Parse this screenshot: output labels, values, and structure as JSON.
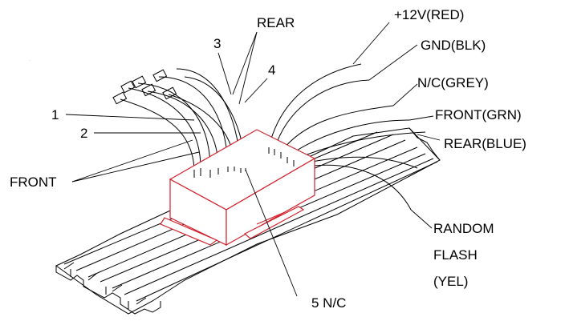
{
  "labels": {
    "plus12v": "+12V(RED)",
    "gnd": "GND(BLK)",
    "nc_grey": "N/C(GREY)",
    "front_grn": "FRONT(GRN)",
    "rear_blue": "REAR(BLUE)",
    "random": "RANDOM",
    "flash": "FLASH",
    "yel": "(YEL)",
    "n5": "5 N/C",
    "n1": "1",
    "n2": "2",
    "n3": "3",
    "n4": "4",
    "rear": "REAR",
    "front": "FRONT"
  },
  "colors": {
    "line": "#000000",
    "module": "#d4202c",
    "background": "#ffffff"
  }
}
